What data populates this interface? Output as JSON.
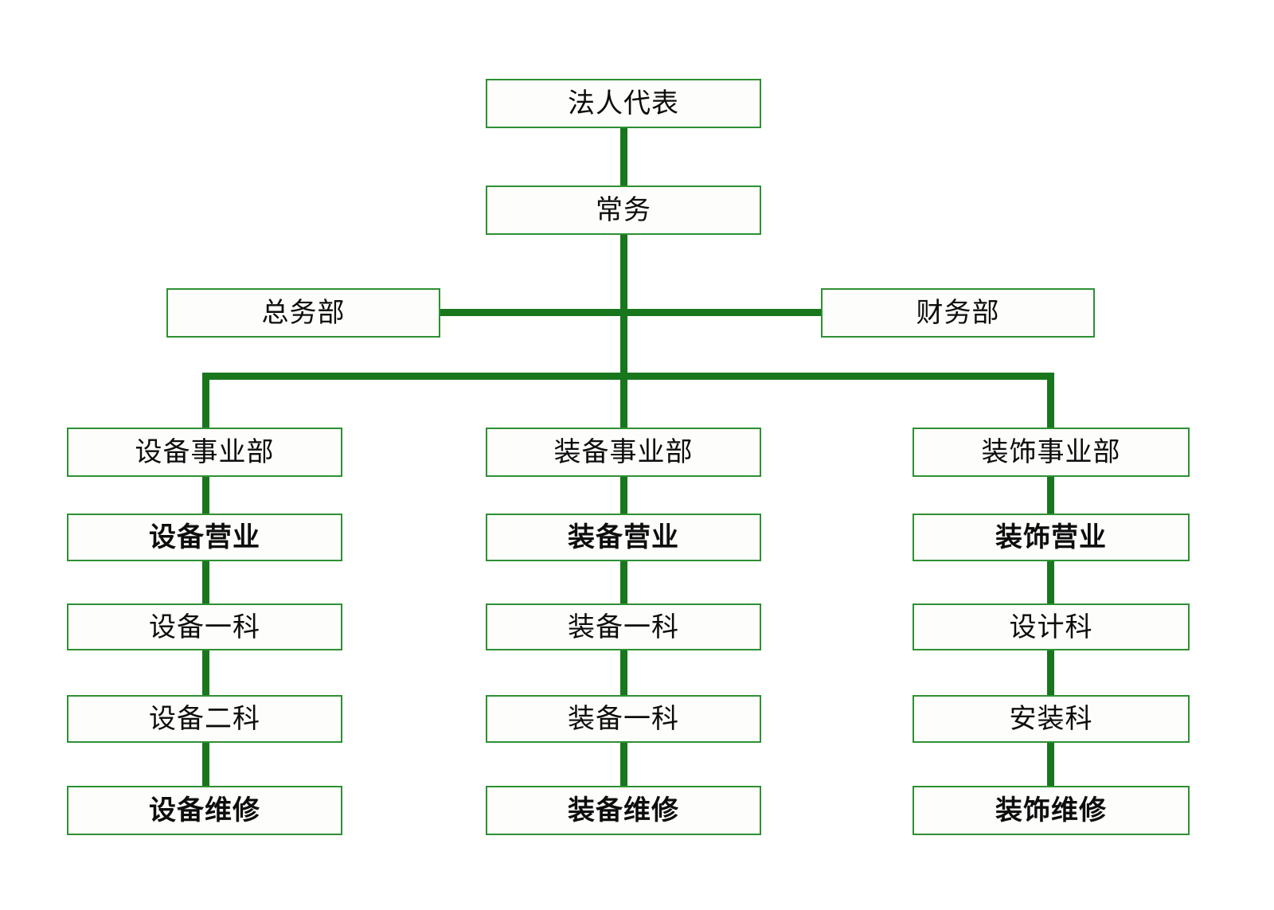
{
  "chart_data": {
    "type": "diagram",
    "diagram_kind": "organization-chart",
    "title": "",
    "orientation": "top-down",
    "box_border_color": "#2e9033",
    "connector_color": "#18761d",
    "background_color": "#ffffff",
    "levels": [
      {
        "level": 1,
        "nodes": [
          "法人代表"
        ]
      },
      {
        "level": 2,
        "nodes": [
          "常务"
        ]
      },
      {
        "level": 3,
        "nodes": [
          "总务部",
          "财务部"
        ]
      },
      {
        "level": 4,
        "nodes": [
          "设备事业部",
          "装备事业部",
          "装饰事业部"
        ]
      },
      {
        "level": 5,
        "nodes": [
          "设备营业",
          "装备营业",
          "装饰营业"
        ]
      },
      {
        "level": 6,
        "nodes": [
          "设备一科",
          "装备一科",
          "设计科"
        ]
      },
      {
        "level": 7,
        "nodes": [
          "设备二科",
          "装备一科",
          "安装科"
        ]
      },
      {
        "level": 8,
        "nodes": [
          "设备维修",
          "装备维修",
          "装饰维修"
        ]
      }
    ],
    "edges": [
      {
        "from": "法人代表",
        "to": "常务"
      },
      {
        "from": "常务",
        "to": "总务部"
      },
      {
        "from": "常务",
        "to": "财务部"
      },
      {
        "from": "常务",
        "to": "设备事业部"
      },
      {
        "from": "常务",
        "to": "装备事业部"
      },
      {
        "from": "常务",
        "to": "装饰事业部"
      },
      {
        "from": "设备事业部",
        "to": "设备营业"
      },
      {
        "from": "设备营业",
        "to": "设备一科"
      },
      {
        "from": "设备一科",
        "to": "设备二科"
      },
      {
        "from": "设备二科",
        "to": "设备维修"
      },
      {
        "from": "装备事业部",
        "to": "装备营业"
      },
      {
        "from": "装备营业",
        "to": "装备一科"
      },
      {
        "from": "装备一科",
        "to": "装备一科"
      },
      {
        "from": "装备一科",
        "to": "装备维修"
      },
      {
        "from": "装饰事业部",
        "to": "装饰营业"
      },
      {
        "from": "装饰营业",
        "to": "设计科"
      },
      {
        "from": "设计科",
        "to": "安装科"
      },
      {
        "from": "安装科",
        "to": "装饰维修"
      }
    ]
  },
  "nodes": {
    "legal_representative": "法人代表",
    "executive": "常务",
    "general_affairs": "总务部",
    "finance": "财务部",
    "equipment_division": "设备事业部",
    "equipment_sales": "设备营业",
    "equipment_section_1": "设备一科",
    "equipment_section_2": "设备二科",
    "equipment_maintenance": "设备维修",
    "outfit_division": "装备事业部",
    "outfit_sales": "装备营业",
    "outfit_section_1": "装备一科",
    "outfit_section_2": "装备一科",
    "outfit_maintenance": "装备维修",
    "decoration_division": "装饰事业部",
    "decoration_sales": "装饰营业",
    "design_section": "设计科",
    "installation_section": "安装科",
    "decoration_maintenance": "装饰维修"
  }
}
